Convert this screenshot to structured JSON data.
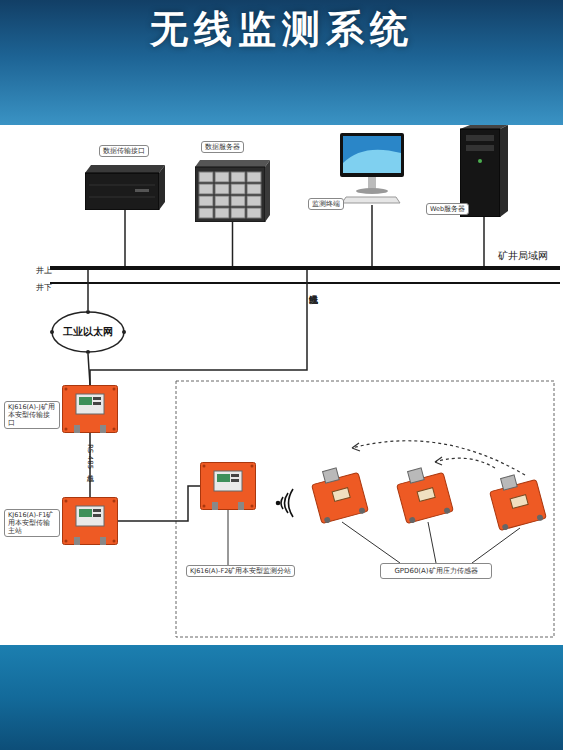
{
  "diagram": {
    "title": "无线监测系统",
    "nodes": [
      {
        "text": [
          "数据传输接口"
        ]
      },
      {
        "text": [
          "数据服务器"
        ]
      },
      {
        "text": [
          "监测终端"
        ]
      },
      {
        "text": [
          "Web服务器"
        ]
      },
      {
        "text": [
          "矿井局域网"
        ]
      },
      {
        "text": [
          "工业以太网"
        ]
      },
      {
        "text": [
          "KJ616(A)-J矿用本安型传输接口"
        ]
      },
      {
        "text": [
          "KJ616(A)-F1矿用本安型传输主站"
        ]
      },
      {
        "text": [
          "KJ616(A)-F2矿用本安型监测分站"
        ]
      },
      {
        "text": [
          "GPD60(A)矿用压力传感器"
        ]
      }
    ],
    "edges": [
      {
        "from": 0,
        "to": 4,
        "arrow": "none"
      },
      {
        "from": 1,
        "to": 4,
        "arrow": "none"
      },
      {
        "from": 2,
        "to": 4,
        "arrow": "none"
      },
      {
        "from": 3,
        "to": 4,
        "arrow": "none"
      },
      {
        "from": 4,
        "to": 5,
        "arrow": "none"
      },
      {
        "from": 5,
        "to": 6,
        "arrow": "none"
      },
      {
        "from": 4,
        "to": 6,
        "label": "光纤或通讯线缆",
        "arrow": "none"
      },
      {
        "from": 6,
        "to": 7,
        "label": "RS-485总线",
        "arrow": "none"
      },
      {
        "from": 7,
        "to": 8,
        "arrow": "none"
      }
    ],
    "labels": [
      "井上",
      "井下"
    ]
  }
}
